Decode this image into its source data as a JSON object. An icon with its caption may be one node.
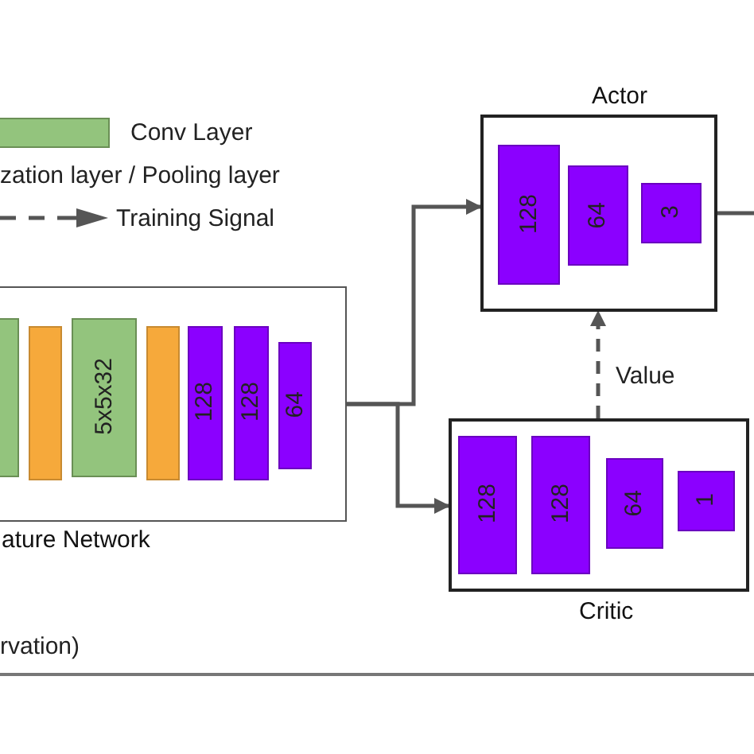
{
  "diagram": {
    "nodes": [
      {
        "text": [
          "ature Network"
        ]
      },
      {
        "text": [],
        "shape": "box",
        "in": 0
      },
      {
        "text": [],
        "shape": "box",
        "in": 0
      },
      {
        "text": [
          "5x5x32"
        ],
        "in": 0
      },
      {
        "text": [],
        "shape": "box",
        "in": 0
      },
      {
        "text": [
          "128"
        ],
        "in": 0
      },
      {
        "text": [
          "128"
        ],
        "in": 0
      },
      {
        "text": [
          "64"
        ],
        "in": 0
      },
      {
        "text": [
          "Actor"
        ]
      },
      {
        "text": [
          "128"
        ],
        "in": 8
      },
      {
        "text": [
          "64"
        ],
        "in": 8
      },
      {
        "text": [
          "3"
        ],
        "in": 8
      },
      {
        "text": [
          "Critic"
        ]
      },
      {
        "text": [
          "128"
        ],
        "in": 12
      },
      {
        "text": [
          "128"
        ],
        "in": 12
      },
      {
        "text": [
          "64"
        ],
        "in": 12
      },
      {
        "text": [
          "1"
        ],
        "in": 12
      }
    ],
    "edges": [
      {
        "from": 0,
        "to": 8,
        "arrow": "to"
      },
      {
        "from": 0,
        "to": 12,
        "arrow": "to"
      },
      {
        "from": 12,
        "to": 8,
        "arrow": "to",
        "label": "Value",
        "style": "dashed"
      },
      {
        "from": 8,
        "to": null,
        "arrow": "none"
      }
    ],
    "labels": [
      "rvation)"
    ],
    "legend": [
      {
        "text": "Conv Layer",
        "color": "#93c47d"
      },
      {
        "text": "zation layer / Pooling layer"
      },
      {
        "text": "Training Signal"
      }
    ]
  }
}
